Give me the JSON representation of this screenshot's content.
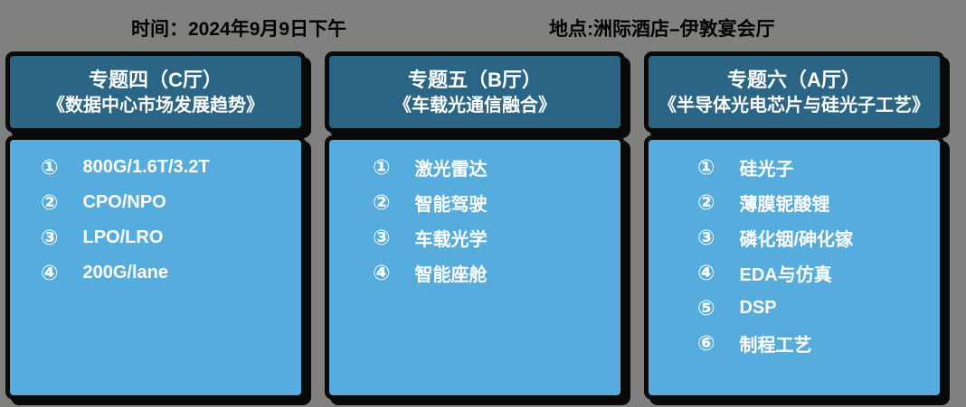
{
  "header": {
    "time_label": "时间：2024年9月9日下午",
    "location_label": "地点:洲际酒店–伊敦宴会厅"
  },
  "colors": {
    "background": "#808080",
    "card_header": "#2b6585",
    "card_body": "#57acde",
    "border": "#0a0a0a",
    "text_light": "#ffffff",
    "text_dark": "#000000"
  },
  "columns": [
    {
      "title_line1": "专题四（C厅）",
      "title_line2": "《数据中心市场发展趋势》",
      "items": [
        {
          "num": "①",
          "label": "800G/1.6T/3.2T"
        },
        {
          "num": "②",
          "label": "CPO/NPO"
        },
        {
          "num": "③",
          "label": "LPO/LRO"
        },
        {
          "num": "④",
          "label": "200G/lane"
        }
      ]
    },
    {
      "title_line1": "专题五（B厅）",
      "title_line2": "《车载光通信融合》",
      "items": [
        {
          "num": "①",
          "label": "激光雷达"
        },
        {
          "num": "②",
          "label": "智能驾驶"
        },
        {
          "num": "③",
          "label": "车载光学"
        },
        {
          "num": "④",
          "label": "智能座舱"
        }
      ]
    },
    {
      "title_line1": "专题六（A厅）",
      "title_line2": "《半导体光电芯片与硅光子工艺》",
      "items": [
        {
          "num": "①",
          "label": "硅光子"
        },
        {
          "num": "②",
          "label": "薄膜铌酸锂"
        },
        {
          "num": "③",
          "label": "磷化铟/砷化镓"
        },
        {
          "num": "④",
          "label": "EDA与仿真"
        },
        {
          "num": "⑤",
          "label": "DSP"
        },
        {
          "num": "⑥",
          "label": "制程工艺"
        }
      ]
    }
  ]
}
